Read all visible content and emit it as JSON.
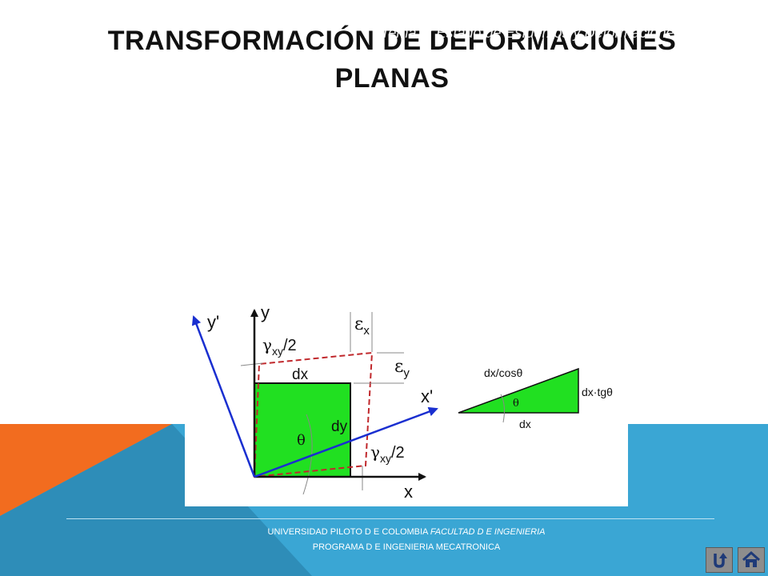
{
  "slide": {
    "title_line1": "TRANSFORMACIÓN DE DEFORMACIONES",
    "title_line2": "PLANAS",
    "overlay_text": "Tema 7: Estado de Esfuerzos y Deformaciones",
    "footer_line1_a": "UNIVERSIDAD PILOTO D E COLOMBIA ",
    "footer_line1_b": "FACULTAD D E INGENIERIA",
    "footer_line2": "PROGRAMA D E INGENIERIA MECATRONICA"
  },
  "diagram": {
    "labels": {
      "y_prime": "y'",
      "y": "y",
      "x": "x",
      "x_prime": "x'",
      "gamma_top": "/2",
      "gamma_right": "/2",
      "gamma_symbol": "γ",
      "gamma_sub": "xy",
      "epsilon_symbol": "ε",
      "eps_x_sub": "x",
      "eps_y_sub": "y",
      "dx": "dx",
      "dy": "dy",
      "theta": "θ",
      "tri_hyp": "dx/cosθ",
      "tri_side": "dx·tgθ",
      "tri_base": "dx",
      "tri_theta": "θ"
    },
    "colors": {
      "element_fill": "#21e021",
      "dashed_outline": "#c0282c",
      "rotated_axes": "#1a2fd0",
      "axes": "#111111"
    }
  },
  "theme": {
    "orange": "#f26c1f",
    "light_blue": "#3aa6d4",
    "dark_blue": "#2e8db8"
  }
}
